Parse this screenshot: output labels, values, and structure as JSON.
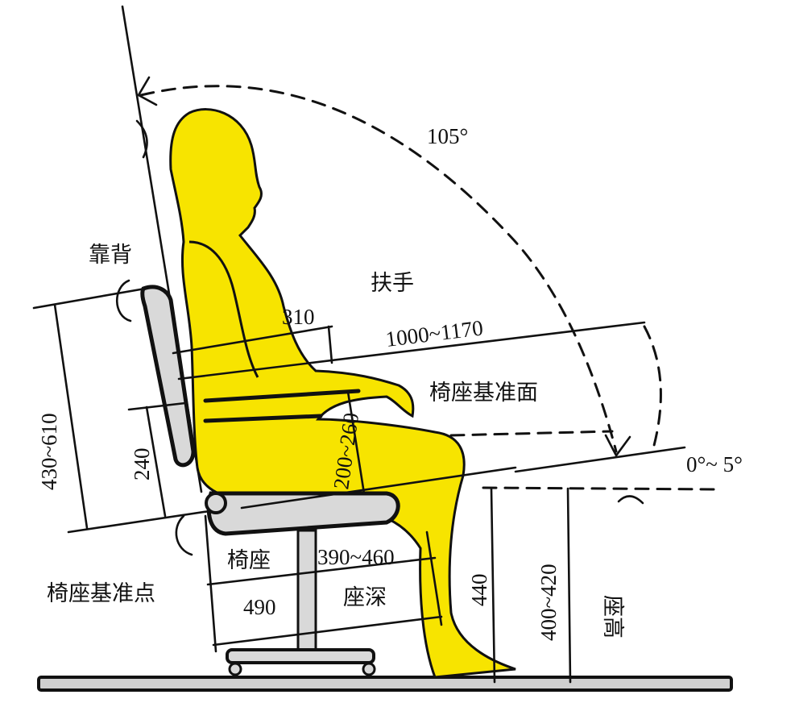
{
  "labels": {
    "backrest": "靠背",
    "armrest": "扶手",
    "seat_reference_plane": "椅座基准面",
    "seat": "椅座",
    "seat_reference_point": "椅座基准点",
    "seat_depth": "座深",
    "seat_height": "座高"
  },
  "dimensions": {
    "backrest_angle": "105°",
    "armrest_length": "1000~1170",
    "backrest_to_armrest": "310",
    "armrest_height": "200~260",
    "backrest_height": "430~610",
    "lumbar_height": "240",
    "seat_tilt": "0°~ 5°",
    "seat_depth_range": "390~460",
    "seat_length": "490",
    "seat_height_front": "440",
    "seat_height_range": "400~420"
  },
  "colors": {
    "body": "#f7e400",
    "chair": "#d9d9d9",
    "line": "#111111"
  }
}
